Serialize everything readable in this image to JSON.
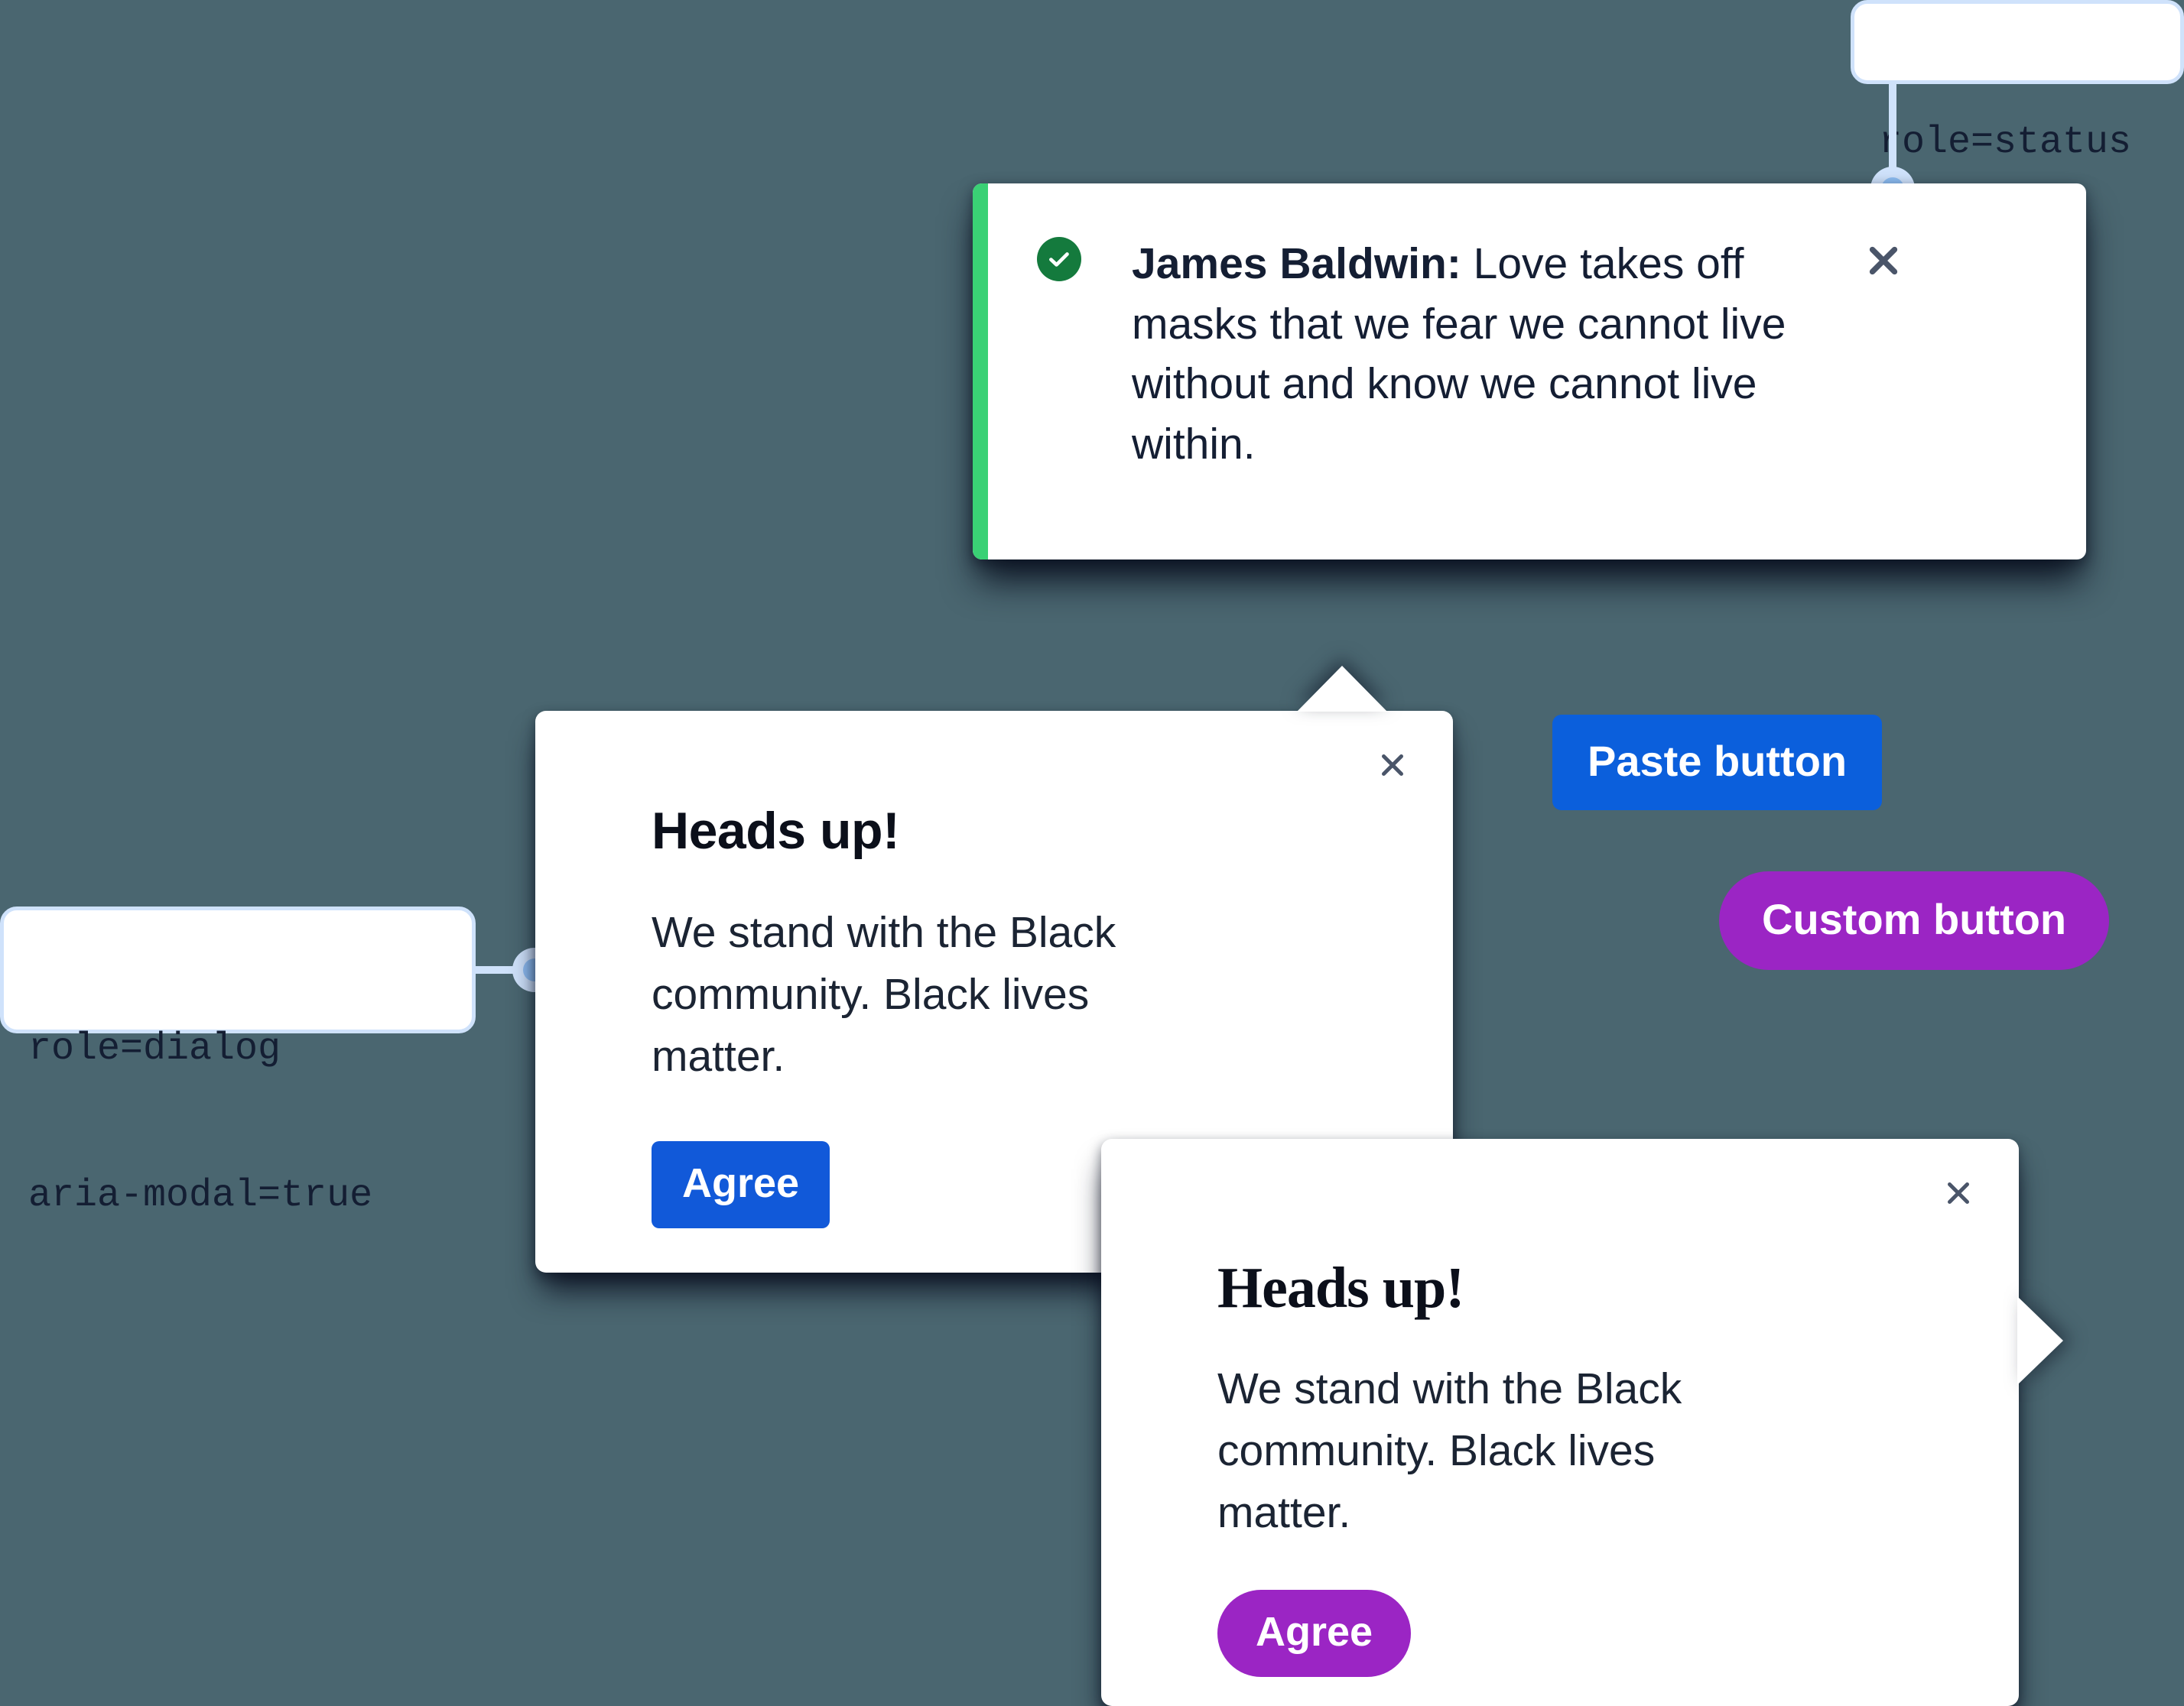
{
  "background_color": "#4a6670",
  "annotations": [
    {
      "id": "status",
      "lines": [
        "role=status"
      ],
      "border_color": "#cfe2fb",
      "dot_color": "#8dbdf2"
    },
    {
      "id": "dialog",
      "lines": [
        "role=dialog",
        "aria-modal=true"
      ],
      "border_color": "#cfe2fb",
      "dot_color": "#8dbdf2"
    }
  ],
  "toast": {
    "icon": "check-circle-icon",
    "accent_color": "#3ad175",
    "icon_bg_color": "#147a3d",
    "author": "James Baldwin:",
    "message": " Love takes off masks that we fear we cannot live without and know we cannot live within.",
    "close_label": "close-icon"
  },
  "dialogs": [
    {
      "id": "plain",
      "title": "Heads up!",
      "body": "We stand with the Black community. Black lives matter.",
      "agree_label": "Agree",
      "agree_color": "#1159d9",
      "close_label": "close-icon",
      "title_font": "sans"
    },
    {
      "id": "custom",
      "title": "Heads up!",
      "body": "We stand with the Black community. Black lives matter.",
      "agree_label": "Agree",
      "agree_color": "#9b25c4",
      "close_label": "close-icon",
      "title_font": "serif"
    }
  ],
  "buttons": {
    "paste": {
      "label": "Paste button",
      "color": "#0b5fdc"
    },
    "custom": {
      "label": "Custom button",
      "color": "#9b25c4"
    }
  }
}
